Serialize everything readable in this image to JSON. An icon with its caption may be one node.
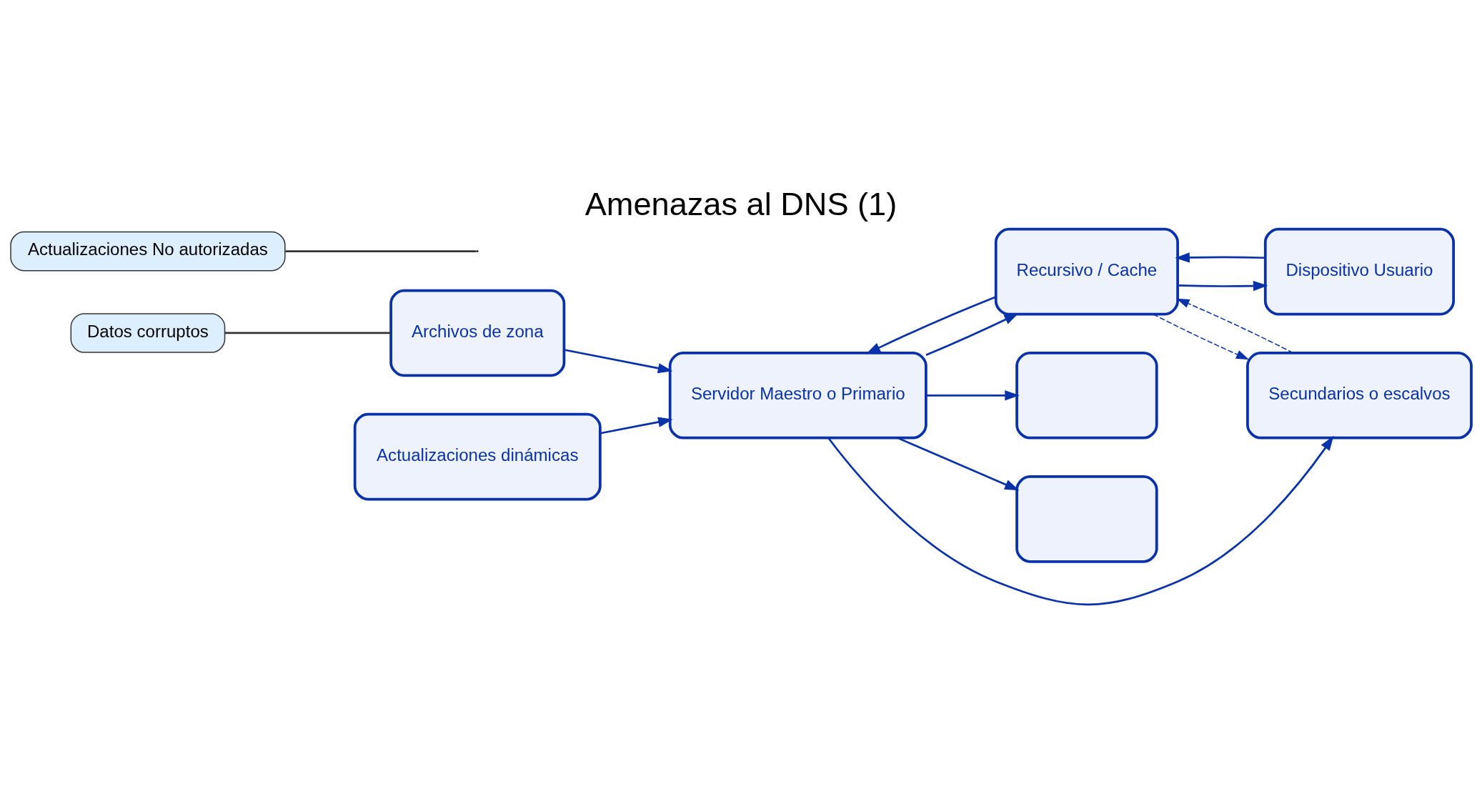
{
  "diagram": {
    "title": "Amenazas al DNS (1)",
    "nodes": [
      {
        "text": [
          "Datos corruptos"
        ]
      },
      {
        "text": [
          "Archivos de zona"
        ]
      },
      {
        "text": [
          "Actualizaciones dinámicas"
        ]
      },
      {
        "text": [
          "Servidor Maestro o Primario"
        ]
      },
      {
        "text": [
          "Recursivo / Cache"
        ]
      },
      {
        "text": [
          "Dispositivo Usuario"
        ]
      },
      {
        "text": [],
        "shape": "box"
      },
      {
        "text": [],
        "shape": "box"
      },
      {
        "text": [
          "Secundarios o escalvos"
        ]
      },
      {
        "text": [
          "Actualizaciones No autorizadas"
        ]
      }
    ],
    "edges": [
      {
        "from": 0,
        "to": 1,
        "arrow": "none",
        "color": "#333333"
      },
      {
        "from": 1,
        "to": 3,
        "arrow": "to"
      },
      {
        "from": 2,
        "to": 3,
        "arrow": "to"
      },
      {
        "from": 9,
        "to": null,
        "arrow": "none",
        "color": "#333333"
      },
      {
        "from": 3,
        "to": 4,
        "arrow": "to"
      },
      {
        "from": 4,
        "to": 3,
        "arrow": "to"
      },
      {
        "from": 4,
        "to": 5,
        "arrow": "to"
      },
      {
        "from": 5,
        "to": 4,
        "arrow": "to"
      },
      {
        "from": 3,
        "to": 6,
        "arrow": "to"
      },
      {
        "from": 3,
        "to": 7,
        "arrow": "to"
      },
      {
        "from": 3,
        "to": 8,
        "arrow": "to"
      },
      {
        "from": 8,
        "to": 4,
        "arrow": "to",
        "style": "dashed"
      },
      {
        "from": 4,
        "to": 8,
        "arrow": "to",
        "style": "dashed"
      }
    ]
  }
}
